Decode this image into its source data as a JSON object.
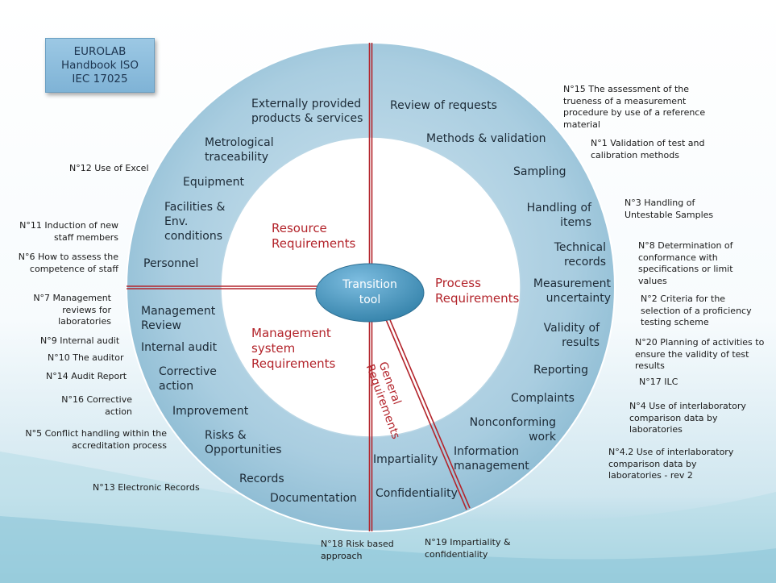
{
  "title_box": "EUROLAB\nHandbook ISO\nIEC 17025",
  "center": "Transition\ntool",
  "sections": {
    "resource": "Resource\nRequirements",
    "process": "Process\nRequirements",
    "management": "Management\nsystem\nRequirements",
    "general": "General\nRequirements"
  },
  "ring_items": {
    "resource": [
      "Externally provided\nproducts & services",
      "Metrological\ntraceability",
      "Equipment",
      "Facilities &\nEnv.\nconditions",
      "Personnel"
    ],
    "process": [
      "Review of requests",
      "Methods & validation",
      "Sampling",
      "Handling of\nitems",
      "Technical\nrecords",
      "Measurement\nuncertainty",
      "Validity of\nresults",
      "Reporting",
      "Complaints",
      "Nonconforming\nwork",
      "Information\nmanagement"
    ],
    "management": [
      "Management\nReview",
      "Internal audit",
      "Corrective\naction",
      "Improvement",
      "Risks &\nOpportunities",
      "Records",
      "Documentation"
    ],
    "general": [
      "Impartiality",
      "Confidentiality"
    ]
  },
  "handbooks": {
    "left": [
      "N°12 Use of Excel",
      "N°11 Induction of new\nstaff members",
      "N°6 How to assess the\ncompetence of staff",
      "N°7 Management\nreviews for\nlaboratories",
      "N°9 Internal audit",
      "N°10 The auditor",
      "N°14 Audit Report",
      "N°16 Corrective\naction",
      "N°5 Conflict handling within the\naccreditation process",
      "N°13 Electronic Records"
    ],
    "right": [
      "N°15 The assessment of the\ntrueness of a measurement\nprocedure by use of a reference\nmaterial",
      "N°1 Validation of test and\ncalibration methods",
      "N°3 Handling of\nUntestable Samples",
      "N°8 Determination of\nconformance with\nspecifications or limit\nvalues",
      "N°2 Criteria for the\nselection of a proficiency\ntesting scheme",
      "N°20 Planning of activities to\nensure the validity of test\nresults",
      "N°17 ILC",
      "N°4 Use of interlaboratory\ncomparison data by\nlaboratories",
      "N°4.2 Use of interlaboratory\ncomparison data by\nlaboratories - rev 2"
    ],
    "bottom": [
      "N°18 Risk based\napproach",
      "N°19 Impartiality &\nconfidentiality"
    ]
  },
  "colors": {
    "ring_fill": "#9fc7dc",
    "center_fill": "#3f8fb5",
    "divider": "#b3242b",
    "section_text": "#b3242b"
  }
}
